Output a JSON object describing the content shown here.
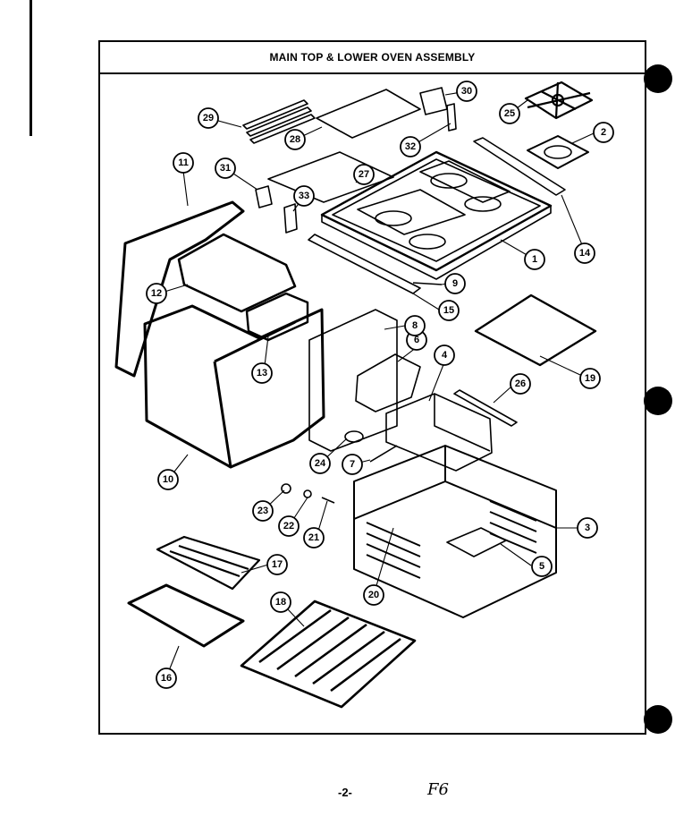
{
  "header": {
    "title": "MAIN TOP & LOWER OVEN ASSEMBLY"
  },
  "callouts": [
    "1",
    "2",
    "3",
    "4",
    "5",
    "6",
    "7",
    "8",
    "9",
    "10",
    "11",
    "12",
    "13",
    "14",
    "15",
    "16",
    "17",
    "18",
    "19",
    "20",
    "21",
    "22",
    "23",
    "24",
    "25",
    "26",
    "27",
    "28",
    "29",
    "30",
    "31",
    "32",
    "33"
  ],
  "footer": {
    "page_number": "-2-",
    "code": "F6"
  }
}
